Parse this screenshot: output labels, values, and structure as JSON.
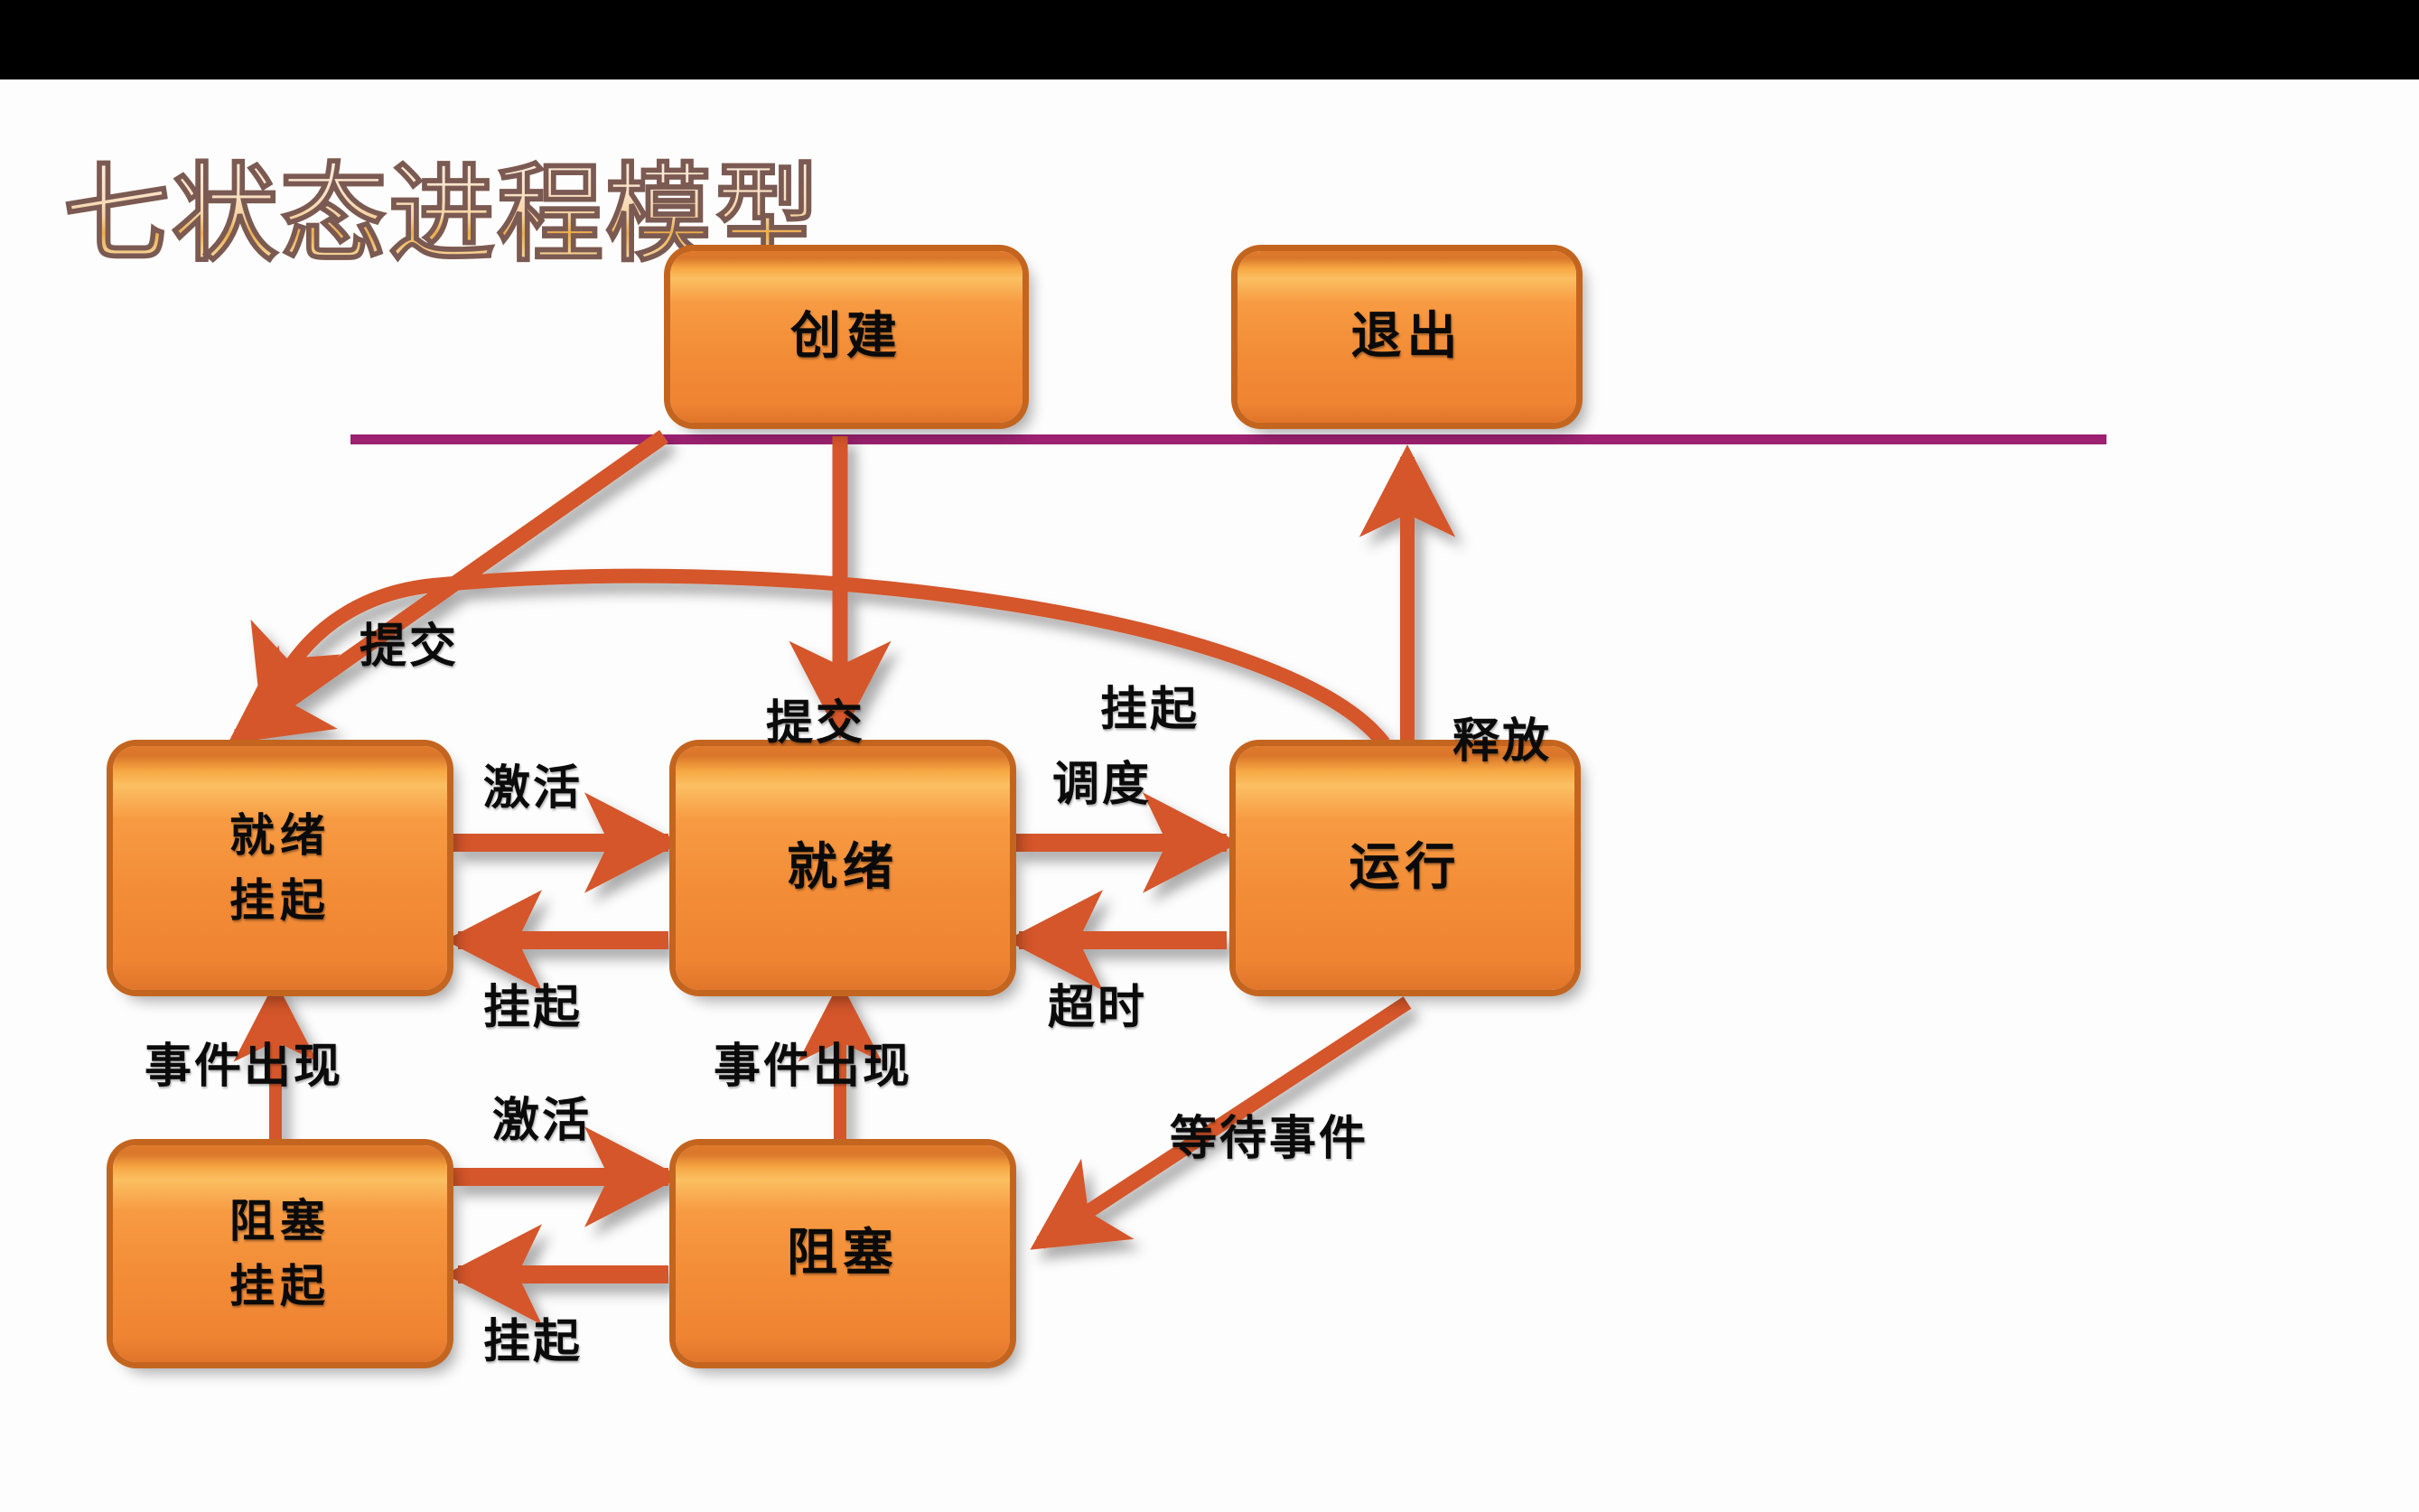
{
  "slide": {
    "title": "七状态进程模型",
    "divider_color": "#9c2170",
    "background_color": "#fdfdfd",
    "letterbox_color": "#000000",
    "node_fill_color": "#F2872F",
    "node_border_color": "#C4651F",
    "arrow_color": "#D4562B"
  },
  "nodes": [
    {
      "id": "create",
      "label": "创建"
    },
    {
      "id": "exit",
      "label": "退出"
    },
    {
      "id": "ready-suspend",
      "label": "就绪\n挂起"
    },
    {
      "id": "ready",
      "label": "就绪"
    },
    {
      "id": "running",
      "label": "运行"
    },
    {
      "id": "blocked-suspend",
      "label": "阻塞\n挂起"
    },
    {
      "id": "blocked",
      "label": "阻塞"
    }
  ],
  "edges": [
    {
      "id": "create-to-ready-suspend",
      "from": "创建",
      "to": "就绪挂起",
      "label": "提交"
    },
    {
      "id": "create-to-ready",
      "from": "创建",
      "to": "就绪",
      "label": "提交"
    },
    {
      "id": "running-to-ready-suspend",
      "from": "运行",
      "to": "就绪挂起",
      "label": "挂起"
    },
    {
      "id": "ready-suspend-to-ready",
      "from": "就绪挂起",
      "to": "就绪",
      "label": "激活"
    },
    {
      "id": "ready-to-ready-suspend",
      "from": "就绪",
      "to": "就绪挂起",
      "label": "挂起"
    },
    {
      "id": "ready-to-running",
      "from": "就绪",
      "to": "运行",
      "label": "调度"
    },
    {
      "id": "running-to-ready",
      "from": "运行",
      "to": "就绪",
      "label": "超时"
    },
    {
      "id": "running-to-exit",
      "from": "运行",
      "to": "退出",
      "label": "释放"
    },
    {
      "id": "blocked-suspend-to-ready-suspend",
      "from": "阻塞挂起",
      "to": "就绪挂起",
      "label": "事件出现"
    },
    {
      "id": "blocked-to-ready",
      "from": "阻塞",
      "to": "就绪",
      "label": "事件出现"
    },
    {
      "id": "blocked-suspend-to-blocked",
      "from": "阻塞挂起",
      "to": "阻塞",
      "label": "激活"
    },
    {
      "id": "blocked-to-blocked-suspend",
      "from": "阻塞",
      "to": "阻塞挂起",
      "label": "挂起"
    },
    {
      "id": "running-to-blocked",
      "from": "运行",
      "to": "阻塞",
      "label": "等待事件"
    }
  ]
}
